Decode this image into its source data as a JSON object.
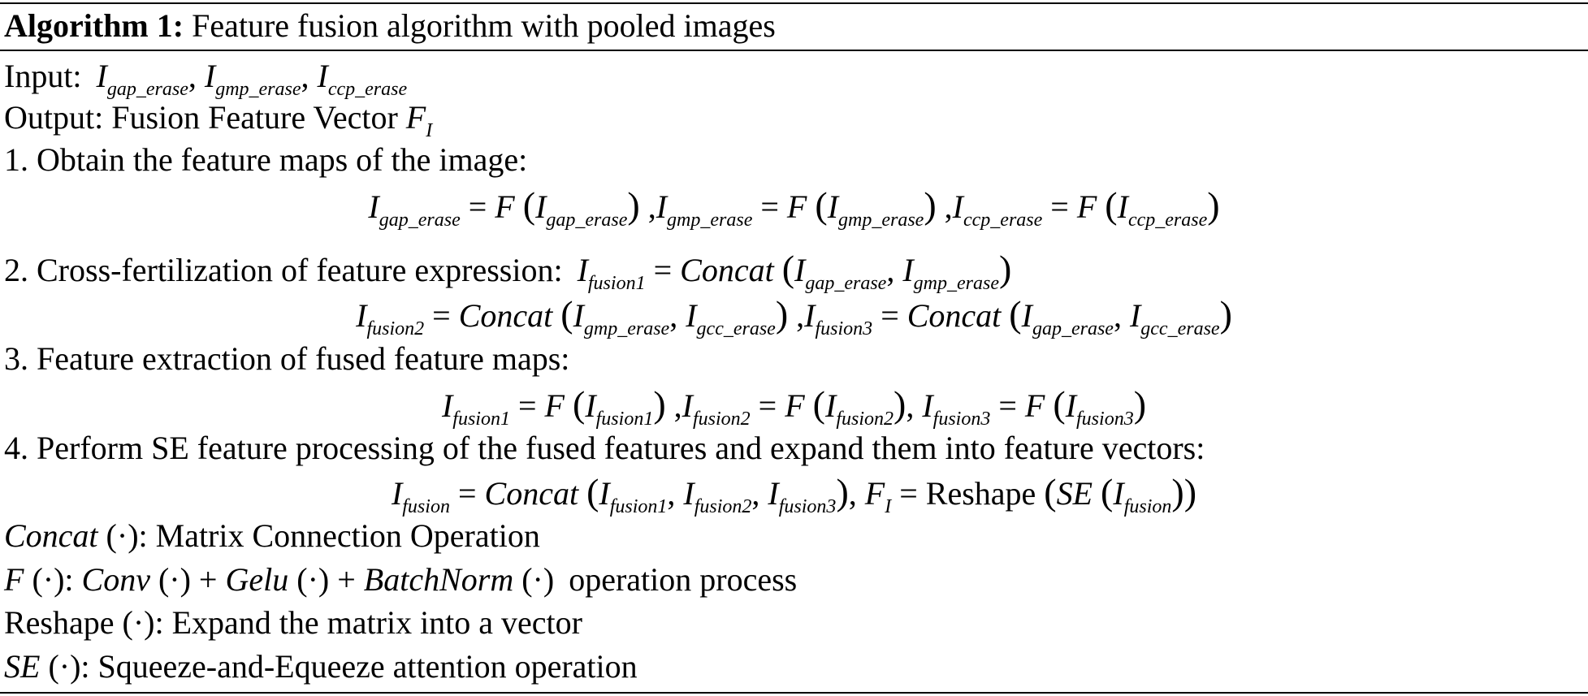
{
  "algorithm": {
    "label": "Algorithm 1:",
    "title": "Feature fusion algorithm with pooled images"
  },
  "input": {
    "prefix": "Input:",
    "symbols": [
      "I",
      "I",
      "I"
    ],
    "subscripts": [
      "gap_erase",
      "gmp_erase",
      "ccp_erase"
    ]
  },
  "output": {
    "prefix": "Output: Fusion Feature Vector",
    "symbol": "F",
    "subscript": "I"
  },
  "steps": [
    {
      "text": "1. Obtain the feature maps of the image:"
    },
    {
      "text": "2. Cross-fertilization of feature expression:"
    },
    {
      "text": "3. Feature extraction of fused feature maps:"
    },
    {
      "text": "4. Perform SE feature processing of the fused features and expand them into feature vectors:"
    }
  ],
  "equations": {
    "eq1": "I_gap_erase = F(I_gap_erase), I_gmp_erase = F(I_gmp_erase), I_ccp_erase = F(I_ccp_erase)",
    "eq2a": "I_fusion1 = Concat(I_gap_erase, I_gmp_erase)",
    "eq2b": "I_fusion2 = Concat(I_gmp_erase, I_gcc_erase), I_fusion3 = Concat(I_gap_erase, I_gcc_erase)",
    "eq3": "I_fusion1 = F(I_fusion1), I_fusion2 = F(I_fusion2), I_fusion3 = F(I_fusion3)",
    "eq4": "I_fusion = Concat(I_fusion1, I_fusion2, I_fusion3), F_I = Reshape(SE(I_fusion))"
  },
  "tokens": {
    "I": "I",
    "F": "F",
    "eq": "=",
    "comma": ",",
    "lp": "(",
    "rp": ")",
    "concat": "Concat",
    "reshape": "Reshape",
    "se": "SE",
    "gap_erase": "gap_erase",
    "gmp_erase": "gmp_erase",
    "ccp_erase": "ccp_erase",
    "gcc_erase": "gcc_erase",
    "fusion": "fusion",
    "fusion1": "fusion1",
    "fusion2": "fusion2",
    "fusion3": "fusion3",
    "sub_I": "I"
  },
  "definitions": [
    {
      "term": "Concat",
      "arg": "(·):",
      "desc": "Matrix Connection Operation"
    },
    {
      "term": "F",
      "arg": "(·):",
      "desc_parts": [
        "Conv",
        "(·) +",
        "Gelu",
        "(·) +",
        "BatchNorm",
        "(·)",
        "operation process"
      ]
    },
    {
      "term": "Reshape",
      "arg": "(·):",
      "desc": "Expand the matrix into a vector"
    },
    {
      "term": "SE",
      "arg": "(·):",
      "desc": "Squeeze-and-Equeeze  attention operation"
    }
  ]
}
